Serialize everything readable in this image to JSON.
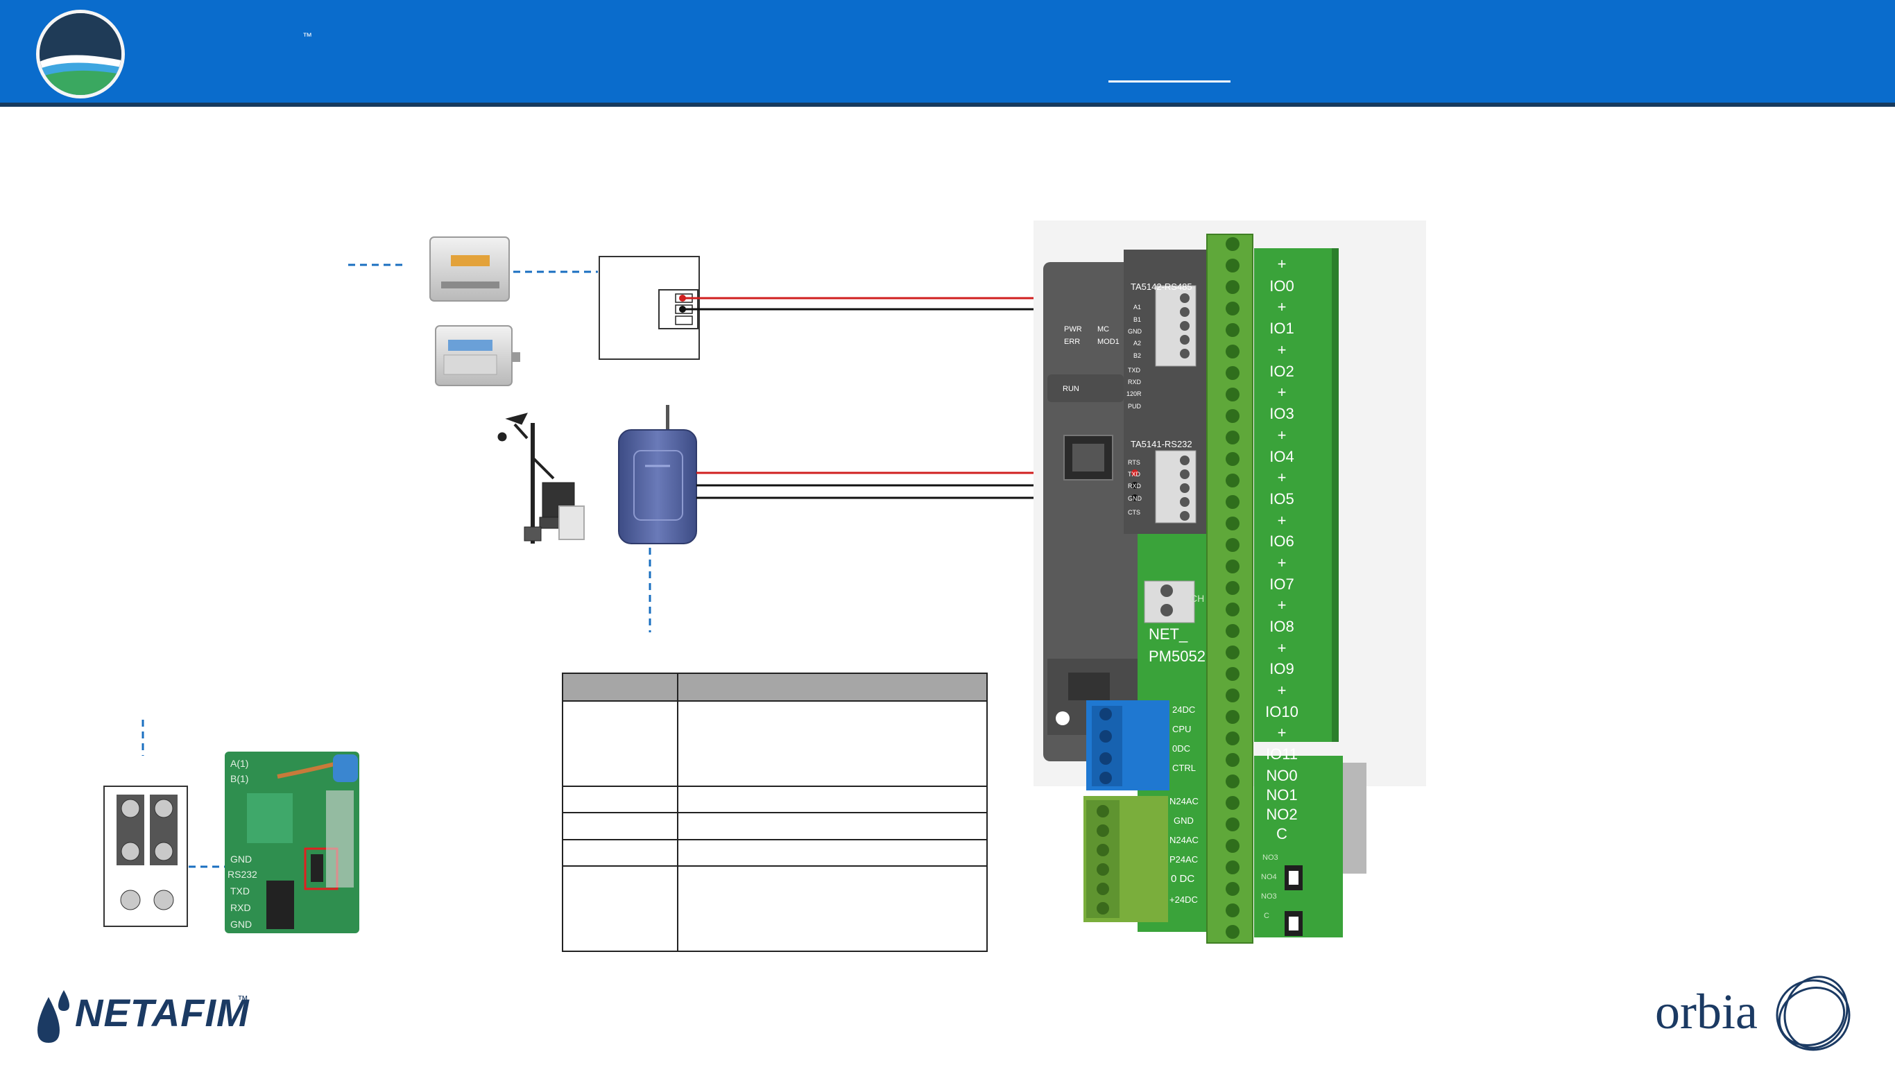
{
  "header": {
    "tm": "™"
  },
  "controller": {
    "module1_label": "TA5142-RS485",
    "module1_pins": [
      "A1",
      "B1",
      "GND",
      "A2",
      "B2",
      "TXD",
      "RXD",
      "120R",
      "PUD"
    ],
    "module2_label": "TA5141-RS232",
    "module2_pins": [
      "RTS",
      "TXD",
      "RXD",
      "GND",
      "CTS"
    ],
    "status_labels": [
      "PWR",
      "MC",
      "ERR",
      "MOD1",
      "RUN"
    ],
    "net_label": "NET_",
    "model_label": "PM5052",
    "ch_label": "CH",
    "power_labels": [
      "24DC",
      "CPU",
      "0DC",
      "CTRL"
    ],
    "supply_labels": [
      "N24AC",
      "GND",
      "N24AC",
      "P24AC",
      "0 DC",
      "+24DC"
    ],
    "io_labels": [
      "+",
      "IO0",
      "+",
      "IO1",
      "+",
      "IO2",
      "+",
      "IO3",
      "+",
      "IO4",
      "+",
      "IO5",
      "+",
      "IO6",
      "+",
      "IO7",
      "+",
      "IO8",
      "+",
      "IO9",
      "+",
      "IO10",
      "+",
      "IO11",
      "NO0",
      "NO1",
      "NO2",
      "C"
    ],
    "relay_labels": [
      "NO3",
      "NO4",
      "NO3",
      "C"
    ]
  },
  "closeup": {
    "pcb_labels": [
      "A(1)",
      "B(1)",
      "GND",
      "RS232",
      "TXD",
      "RXD",
      "GND"
    ]
  },
  "footer": {
    "netafim": "NETAFIM",
    "netafim_tm": "™",
    "orbia": "orbia"
  },
  "colors": {
    "header_blue": "#0a6ccc",
    "wire_red": "#d01f1f",
    "wire_black": "#111111",
    "dashed_blue": "#1a6fc0",
    "terminal_green": "#5fa83a",
    "board_green": "#3aa33a",
    "connector_blue": "#1f78d1",
    "device_navy": "#4f5f9a"
  }
}
